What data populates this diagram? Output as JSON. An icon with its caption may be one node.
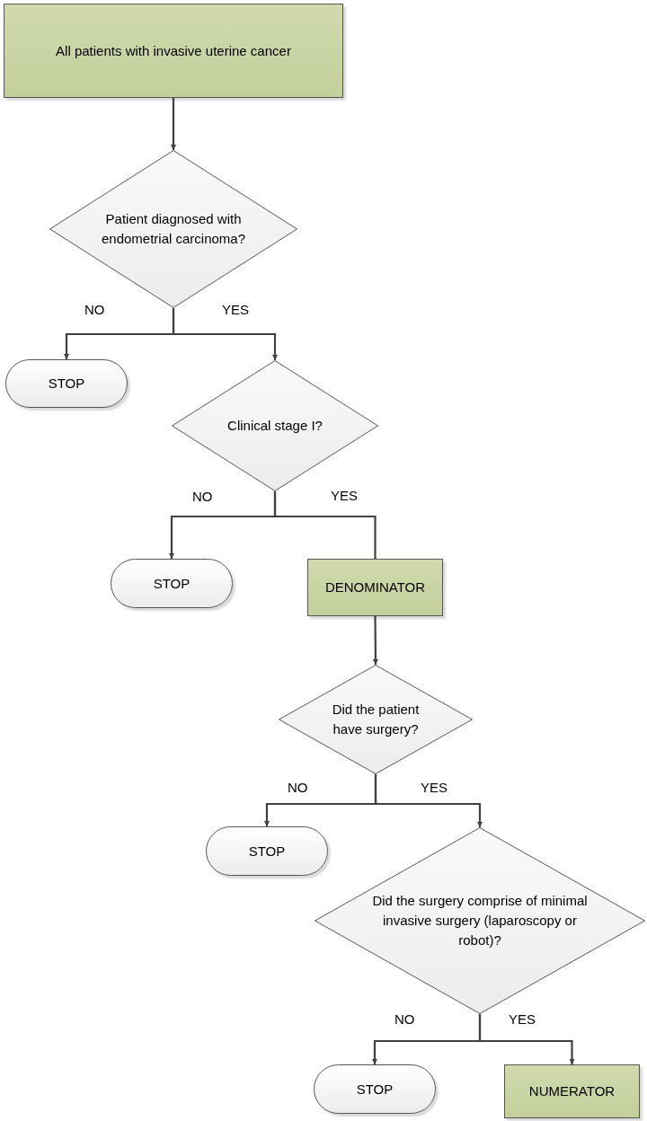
{
  "diagram": {
    "nodes": [
      {
        "text": [
          "All patients with invasive uterine cancer"
        ]
      },
      {
        "text": [
          "Patient diagnosed with endometrial carcinoma?"
        ]
      },
      {
        "text": [
          "STOP"
        ]
      },
      {
        "text": [
          "Clinical stage I?"
        ]
      },
      {
        "text": [
          "STOP"
        ]
      },
      {
        "text": [
          "DENOMINATOR"
        ]
      },
      {
        "text": [
          "Did the patient have surgery?"
        ]
      },
      {
        "text": [
          "STOP"
        ]
      },
      {
        "text": [
          "Did the surgery comprise of minimal invasive surgery (laparoscopy or robot)?"
        ]
      },
      {
        "text": [
          "STOP"
        ]
      },
      {
        "text": [
          "NUMERATOR"
        ]
      }
    ],
    "edges": [
      {
        "from": 0,
        "to": 1,
        "arrow": "to"
      },
      {
        "from": 1,
        "to": 2,
        "arrow": "to",
        "label": "NO"
      },
      {
        "from": 1,
        "to": 3,
        "arrow": "to",
        "label": "YES"
      },
      {
        "from": 3,
        "to": 4,
        "arrow": "to",
        "label": "NO"
      },
      {
        "from": 3,
        "to": 5,
        "arrow": "none",
        "label": "YES"
      },
      {
        "from": 5,
        "to": 6,
        "arrow": "to"
      },
      {
        "from": 6,
        "to": 7,
        "arrow": "to",
        "label": "NO"
      },
      {
        "from": 6,
        "to": 8,
        "arrow": "to",
        "label": "YES"
      },
      {
        "from": 8,
        "to": 9,
        "arrow": "to",
        "label": "NO"
      },
      {
        "from": 8,
        "to": 10,
        "arrow": "to",
        "label": "YES"
      }
    ]
  }
}
